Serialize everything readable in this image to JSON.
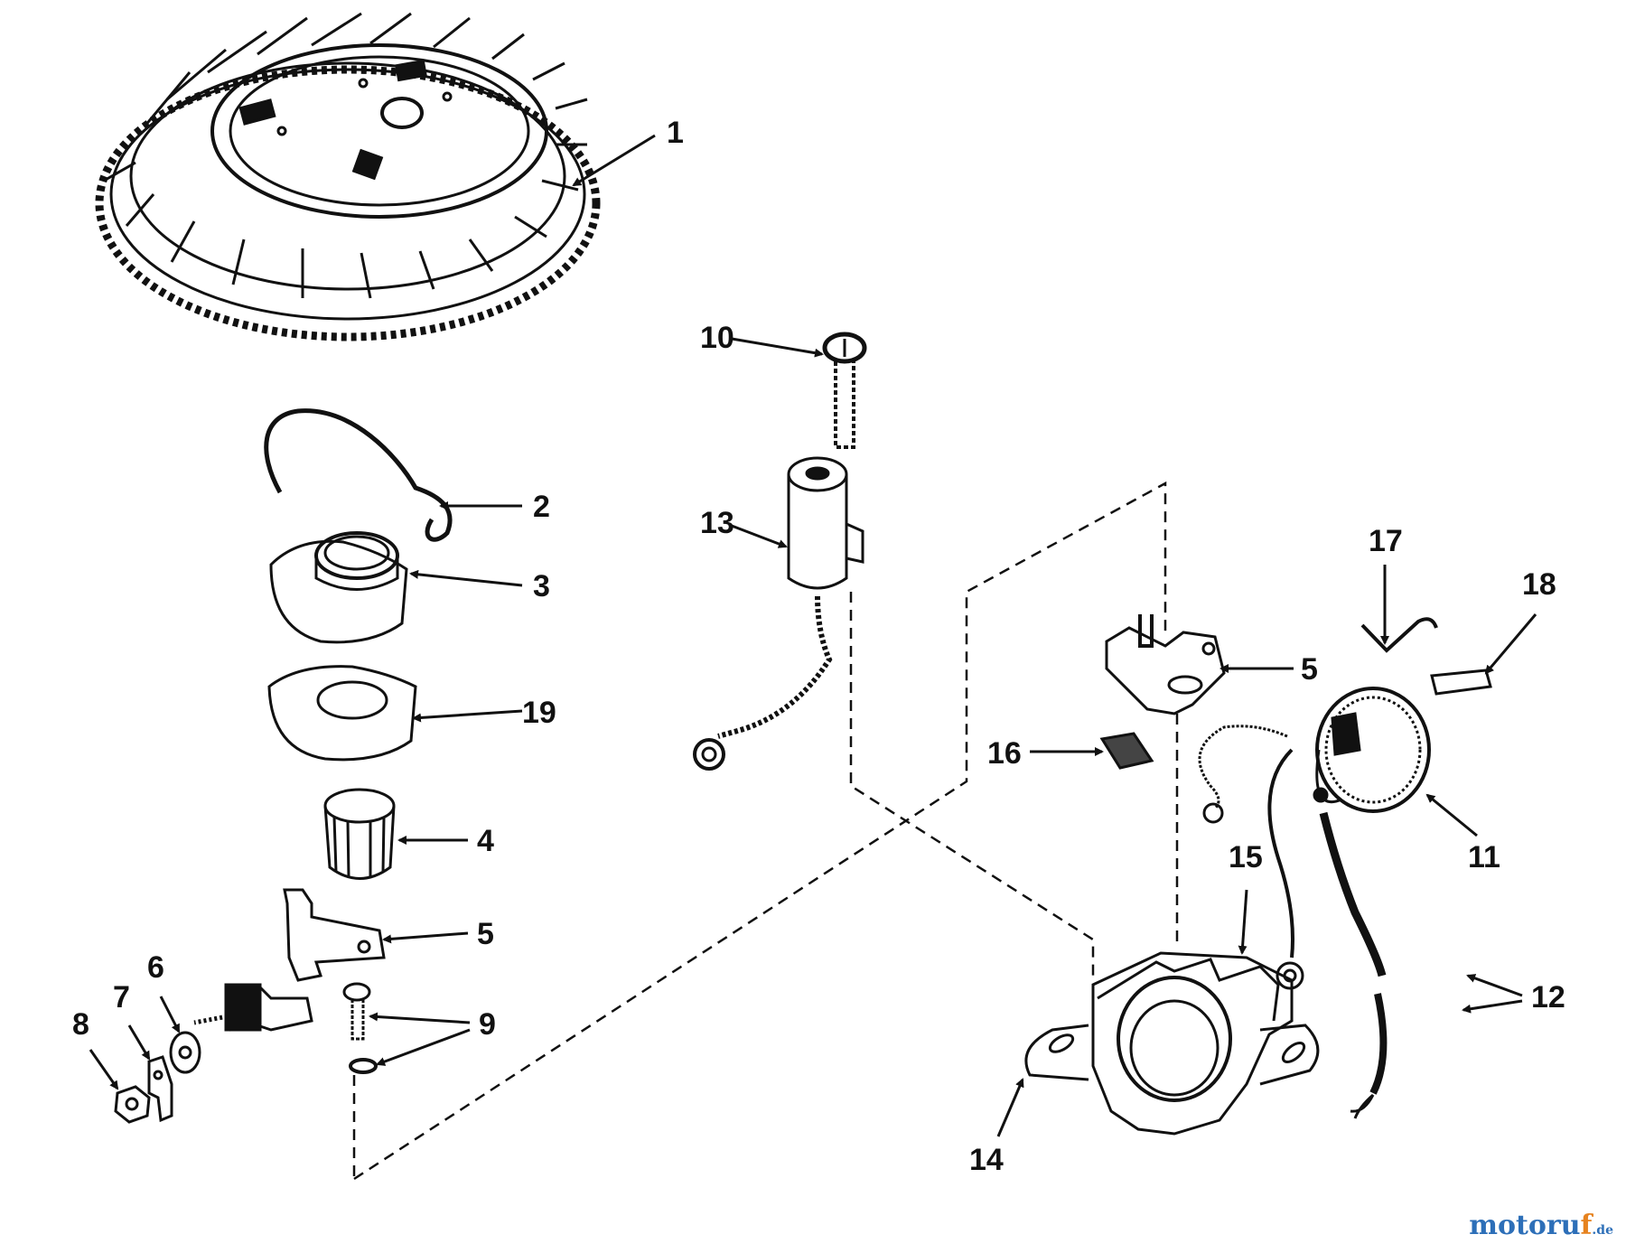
{
  "diagram": {
    "callouts": [
      {
        "id": "c1",
        "label": "1"
      },
      {
        "id": "c2",
        "label": "2"
      },
      {
        "id": "c3",
        "label": "3"
      },
      {
        "id": "c19",
        "label": "19"
      },
      {
        "id": "c4",
        "label": "4"
      },
      {
        "id": "c5a",
        "label": "5"
      },
      {
        "id": "c6",
        "label": "6"
      },
      {
        "id": "c7",
        "label": "7"
      },
      {
        "id": "c8",
        "label": "8"
      },
      {
        "id": "c9",
        "label": "9"
      },
      {
        "id": "c10",
        "label": "10"
      },
      {
        "id": "c13",
        "label": "13"
      },
      {
        "id": "c5b",
        "label": "5"
      },
      {
        "id": "c16",
        "label": "16"
      },
      {
        "id": "c17",
        "label": "17"
      },
      {
        "id": "c18",
        "label": "18"
      },
      {
        "id": "c11",
        "label": "11"
      },
      {
        "id": "c15",
        "label": "15"
      },
      {
        "id": "c12",
        "label": "12"
      },
      {
        "id": "c14",
        "label": "14"
      }
    ]
  },
  "watermark": {
    "part1": "motoru",
    "part2": "f",
    "part3": ".de"
  },
  "colors": {
    "ink": "#111111",
    "paper": "#ffffff"
  }
}
